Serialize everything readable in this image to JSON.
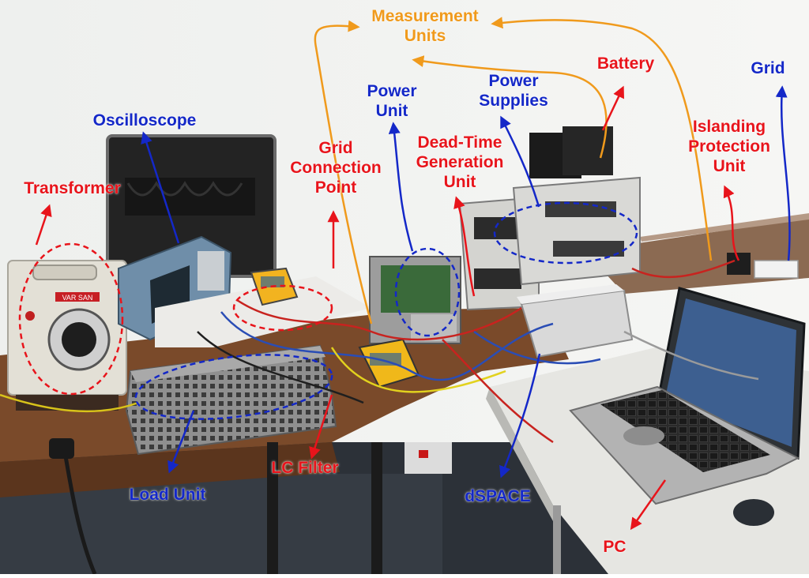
{
  "colors": {
    "red_label": "#e8141b",
    "blue_label": "#1428c8",
    "orange_label": "#f09a1c",
    "wall": "#f2f3f1",
    "floor": "#2c3138",
    "desk_wood": "#7a4a2a",
    "white_table": "#e6e6e2"
  },
  "labels": {
    "measurement_units": [
      "Measurement",
      "Units"
    ],
    "battery": "Battery",
    "grid": "Grid",
    "power_unit": [
      "Power",
      "Unit"
    ],
    "power_supplies": [
      "Power",
      "Supplies"
    ],
    "oscilloscope": "Oscilloscope",
    "grid_connection_point": [
      "Grid",
      "Connection",
      "Point"
    ],
    "dead_time_generation_unit": [
      "Dead-Time",
      "Generation",
      "Unit"
    ],
    "islanding_protection_unit": [
      "Islanding",
      "Protection",
      "Unit"
    ],
    "transformer": "Transformer",
    "lc_filter": "LC Filter",
    "load_unit": "Load Unit",
    "dspace": "dSPACE",
    "pc": "PC"
  },
  "equipment": {
    "transformer_brand": "VAR SAN"
  },
  "icons": {
    "pointer": "arrowhead",
    "highlight": "dashed-ellipse"
  }
}
